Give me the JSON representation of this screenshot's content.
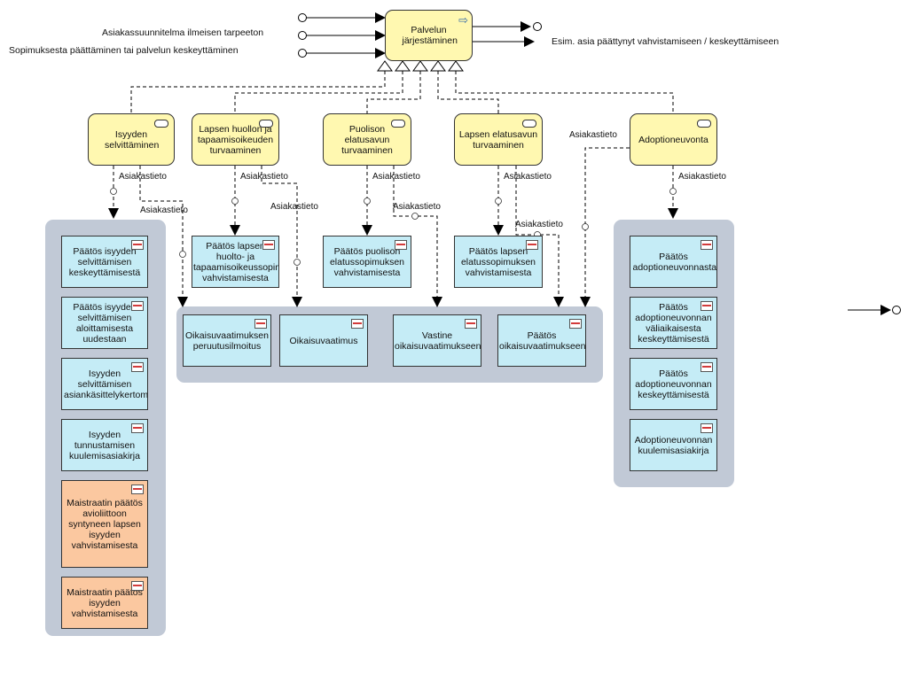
{
  "inputs": [
    "Asiakassuunnitelma ilmeisen tarpeeton",
    "Sopimuksesta päättäminen tai palvelun keskeyttäminen"
  ],
  "outputs": [
    "Esim. asia päättynyt vahvistamiseen / keskeyttämiseen"
  ],
  "main_process": "Palvelun järjestäminen",
  "flow_label": "Asiakastieto",
  "processes": {
    "isyys": "Isyyden selvittäminen",
    "huolto": "Lapsen huollon ja tapaamisoikeuden turvaaminen",
    "puoliso": "Puolison elatusavun turvaaminen",
    "lapsi_elatus": "Lapsen elatusavun turvaaminen",
    "adoptio": "Adoptioneuvonta"
  },
  "documents": {
    "isyys_keskeytys": "Päätös isyyden selvittämisen keskeyttämisestä",
    "isyys_aloitus": "Päätös isyyden selvittämisen aloittamisesta uudestaan",
    "isyys_kertomus": "Isyyden selvittämisen asiankäsittelykertomus",
    "isyys_kuuleminen": "Isyyden tunnustamisen kuulemisasiakirja",
    "maistraatti_avioliitto": "Maistraatin päätös avioliittoon syntyneen lapsen isyyden vahvistamisesta",
    "maistraatti_isyys": "Maistraatin päätös isyyden vahvistamisesta",
    "huolto_sopimus": "Päätös lapsen huolto- ja tapaamisoikeussopimuksen vahvistamisesta",
    "puoliso_sopimus": "Päätös puolison elatussopimuksen vahvistamisesta",
    "lapsi_sopimus": "Päätös lapsen elatussopimuksen vahvistamisesta",
    "oikaisu_peruutus": "Oikaisuvaatimuksen peruutusilmoitus",
    "oikaisuvaatimus": "Oikaisuvaatimus",
    "vastine": "Vastine oikaisuvaatimukseen",
    "oikaisu_paatos": "Päätös oikaisuvaatimukseen",
    "adoptio_paatos": "Päätös adoptioneuvonnasta",
    "adoptio_valiaikainen": "Päätös adoptioneuvonnan väliaikaisesta keskeyttämisestä",
    "adoptio_keskeytys": "Päätös adoptioneuvonnan keskeyttämisestä",
    "adoptio_kuuleminen": "Adoptioneuvonnan kuulemisasiakirja"
  },
  "colors": {
    "process_fill": "#fff8b0",
    "object_fill": "#c5ecf6",
    "orange_fill": "#fbc8a0",
    "group_fill": "#c1c9d6"
  }
}
